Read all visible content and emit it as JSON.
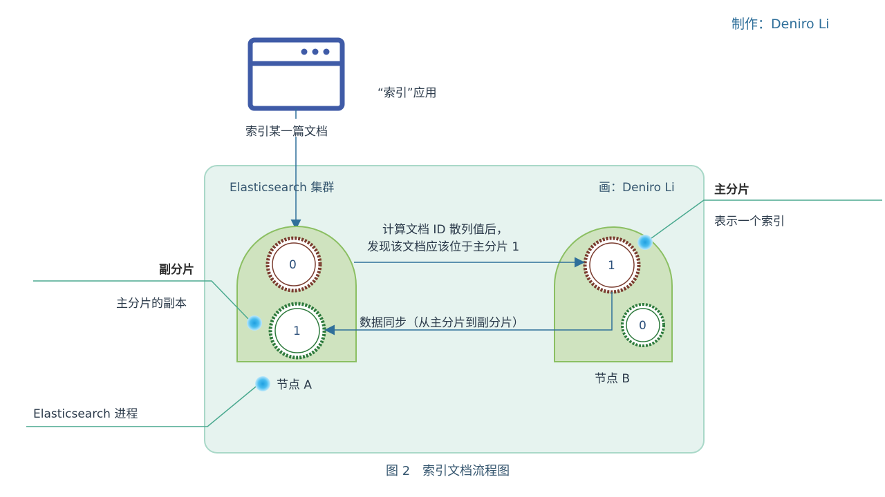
{
  "credit": "制作：Deniro Li",
  "app_label": "“索引”应用",
  "index_doc_label": "索引某一篇文档",
  "cluster": {
    "title": "Elasticsearch 集群",
    "painter": "画：Deniro Li"
  },
  "arrow_top_label_line1": "计算文档 ID 散列值后，",
  "arrow_top_label_line2": "发现该文档应该位于主分片 1",
  "sync_label": "数据同步（从主分片到副分片）",
  "node_a": {
    "label": "节点 A",
    "primary_shard": "0",
    "replica_shard": "1"
  },
  "node_b": {
    "label": "节点 B",
    "primary_shard": "1",
    "replica_shard": "0"
  },
  "legend": {
    "replica_title": "副分片",
    "replica_desc": "主分片的副本",
    "primary_title": "主分片",
    "primary_desc": "表示一个索引",
    "process_desc": "Elasticsearch 进程"
  },
  "caption": "图 2　索引文档流程图",
  "colors": {
    "cluster_fill": "#e6f3ef",
    "cluster_border": "#a9d8c8",
    "node_fill": "#cfe3bf",
    "node_border": "#8bbf62",
    "primary_ring": "#7a3b2e",
    "replica_ring": "#2d7a3c",
    "arrow": "#2f6f9a",
    "legend_line": "#4aa98f",
    "app_icon": "#3f5ba7",
    "dot": "#3fb6e6"
  }
}
